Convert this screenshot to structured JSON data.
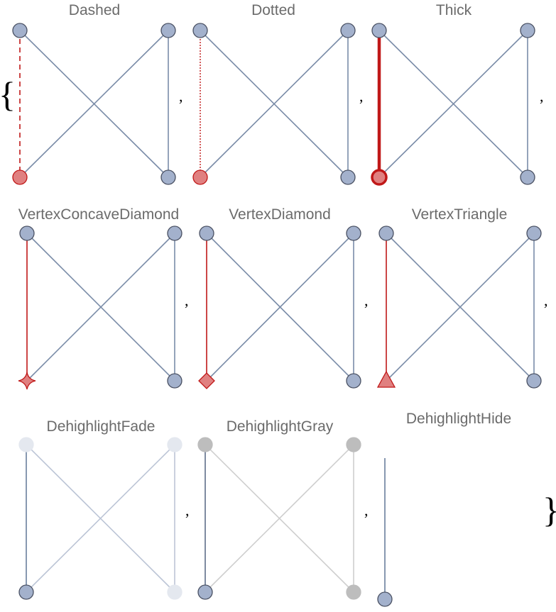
{
  "open_brace": "{",
  "close_brace": "}",
  "separator": ",",
  "colors": {
    "edge": "#7a8ca8",
    "vertex_fill": "#a3b1cc",
    "vertex_stroke": "#4a5163",
    "highlight": "#c01818",
    "highlight_fill": "#e08080",
    "fade_edge": "#bcc5d6",
    "fade_vertex": "#e4e8ef",
    "gray_edge": "#cfcfcf",
    "gray_vertex": "#bdbdbd",
    "dark_edge": "#6f7e96"
  },
  "panels": [
    {
      "id": "dashed",
      "title": "Dashed",
      "style": "dashed"
    },
    {
      "id": "dotted",
      "title": "Dotted",
      "style": "dotted"
    },
    {
      "id": "thick",
      "title": "Thick",
      "style": "thick"
    },
    {
      "id": "vertex-concave-diamond",
      "title": "VertexConcaveDiamond",
      "style": "concave-diamond"
    },
    {
      "id": "vertex-diamond",
      "title": "VertexDiamond",
      "style": "diamond"
    },
    {
      "id": "vertex-triangle",
      "title": "VertexTriangle",
      "style": "triangle"
    },
    {
      "id": "dehighlight-fade",
      "title": "DehighlightFade",
      "style": "fade"
    },
    {
      "id": "dehighlight-gray",
      "title": "DehighlightGray",
      "style": "gray"
    },
    {
      "id": "dehighlight-hide",
      "title": "DehighlightHide",
      "style": "hide"
    }
  ]
}
